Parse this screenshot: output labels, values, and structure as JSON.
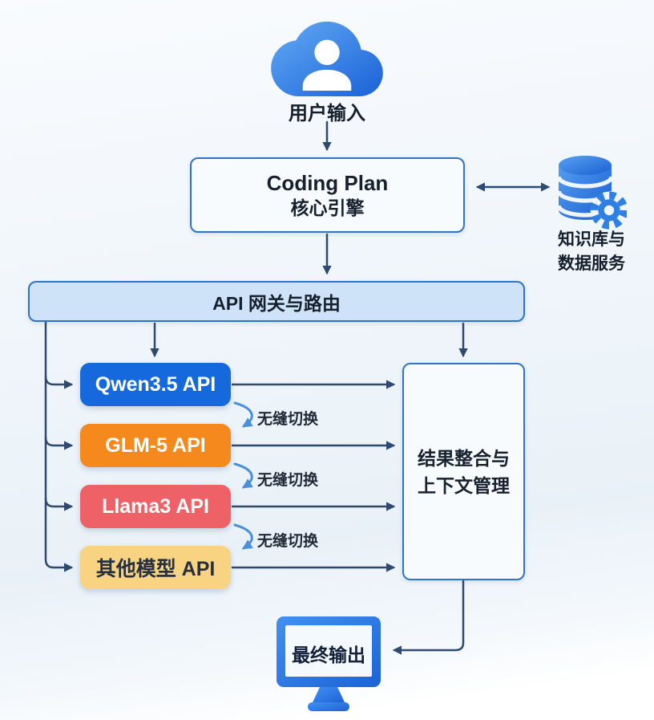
{
  "diagram": {
    "user_input_label": "用户输入",
    "core_engine": {
      "title": "Coding Plan",
      "subtitle": "核心引擎"
    },
    "knowledge_service": {
      "line1": "知识库与",
      "line2": "数据服务"
    },
    "gateway_label": "API 网关与路由",
    "models": [
      {
        "label": "Qwen3.5 API",
        "bg": "#1569dd",
        "fg": "#ffffff"
      },
      {
        "label": "GLM-5 API",
        "bg": "#f5891d",
        "fg": "#ffffff"
      },
      {
        "label": "Llama3 API",
        "bg": "#ee6167",
        "fg": "#ffffff"
      },
      {
        "label": "其他模型 API",
        "bg": "#f7d382",
        "fg": "#26303f"
      }
    ],
    "switch_labels": [
      "无缝切换",
      "无缝切换",
      "无缝切换"
    ],
    "aggregator": {
      "line1": "结果整合与",
      "line2": "上下文管理"
    },
    "final_output_label": "最终输出",
    "icons": {
      "user": "cloud-user-icon",
      "knowledge": "database-gear-icon",
      "output": "monitor-icon"
    },
    "colors": {
      "connector": "#2e4a70",
      "switch_arrow": "#4a90d9",
      "gateway_fill": "#cfe3f8",
      "node_border": "#2c74c8",
      "node_fill": "#f8fbfe",
      "qwen_blue": "#1569dd",
      "glm_orange": "#f5891d",
      "llama_red": "#ee6167",
      "other_amber": "#f7d382"
    }
  }
}
